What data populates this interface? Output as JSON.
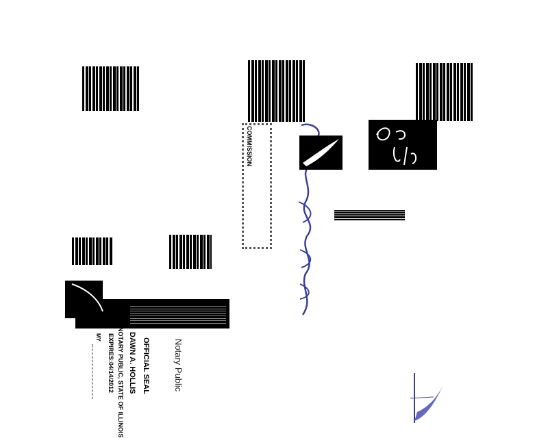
{
  "seal": {
    "title": "OFFICIAL SEAL",
    "name": "DAWN A. HOLLIS",
    "line": "NOTARY PUBLIC, STATE OF ILLINOIS",
    "expires": "EXPIRES:04/14/2012",
    "my_label": "MY"
  },
  "notary_caption": "Notary Public",
  "commission_label": "COMMISSION",
  "colors": {
    "ink": "#000000",
    "signature_ink": "#3a3f9a",
    "paper": "#ffffff"
  }
}
